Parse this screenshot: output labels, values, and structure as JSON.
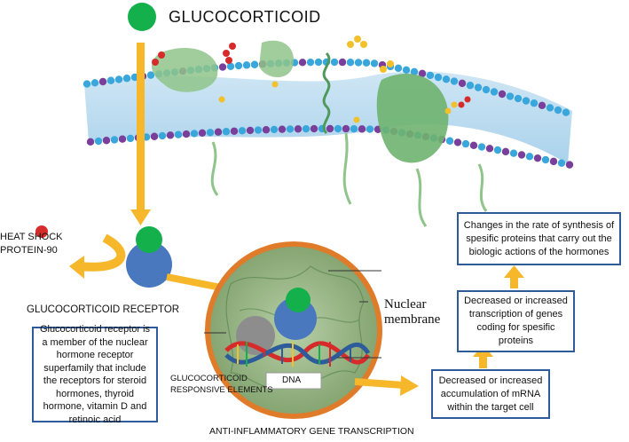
{
  "title": "GLUCOCORTICOID",
  "labels": {
    "heat_shock": "HEAT SHOCK\nPROTEIN-90",
    "receptor": "GLUCOCORTICOID RECEPTOR",
    "nuclear_membrane": "Nuclear\nmembrane",
    "responsive_elements": "GLUCOCORTICOID\nRESPONSIVE ELEMENTS",
    "dna": "DNA",
    "bottom_caption": "ANTI-INFLAMMATORY GENE TRANSCRIPTION"
  },
  "boxes": {
    "receptor_info": "Glucocorticoid receptor is a member of the nuclear hormone receptor superfamily that include the receptors for steroid hormones, thyroid hormone, vitamin D and retinoic acid",
    "mrna": "Decreased or increased accumulation of mRNA within the target cell",
    "transcription": "Decreased or increased transcription of genes coding for spesific proteins",
    "synthesis": "Changes in the rate of synthesis of spesific proteins that carry out the biologic actions of the hormones"
  },
  "colors": {
    "glucocorticoid": "#13b04b",
    "heat_shock": "#d72a2a",
    "receptor": "#4a78be",
    "arrow": "#f6b72a",
    "box_border": "#2e5b9a",
    "nucleus_ring": "#e07b2a"
  }
}
